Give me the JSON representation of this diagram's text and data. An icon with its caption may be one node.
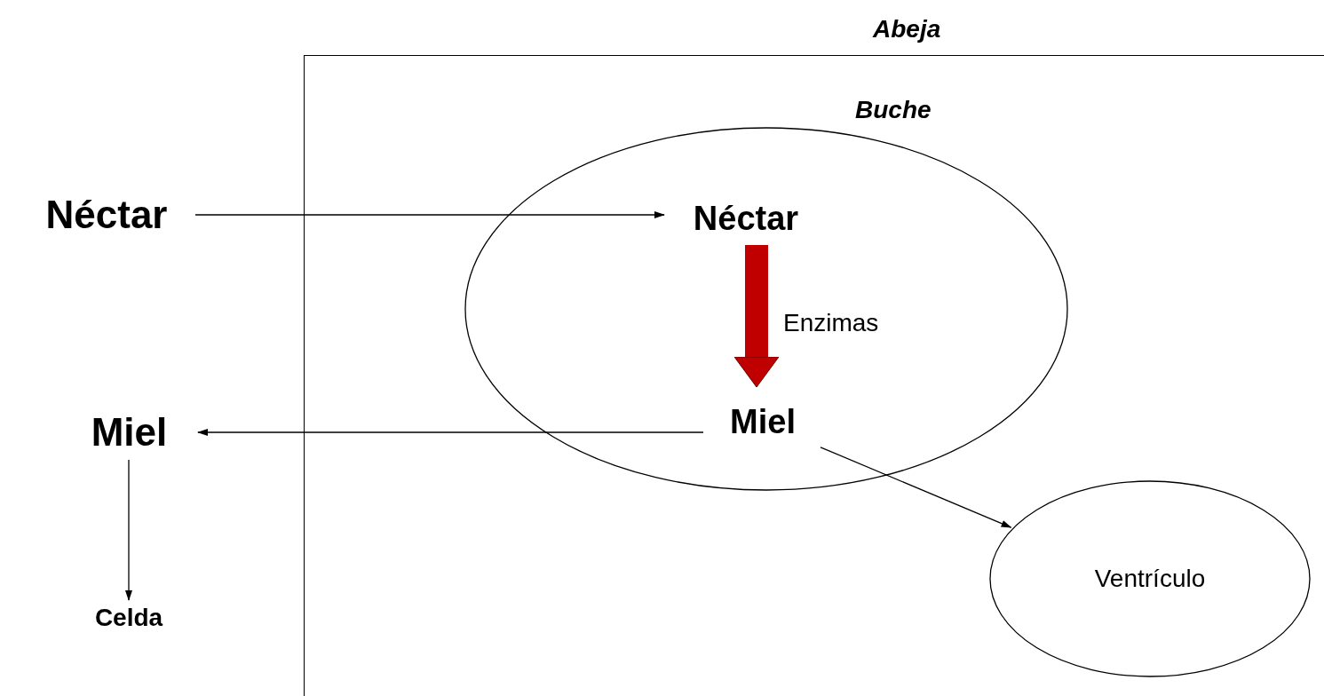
{
  "diagram": {
    "nodes": [
      {
        "text": [
          "Abeja"
        ]
      },
      {
        "text": [
          "Buche"
        ],
        "in": 0
      },
      {
        "text": [
          "Néctar"
        ]
      },
      {
        "text": [
          "Néctar"
        ],
        "in": 1
      },
      {
        "text": [
          "Miel"
        ],
        "in": 1
      },
      {
        "text": [
          "Miel"
        ]
      },
      {
        "text": [
          "Celda"
        ]
      },
      {
        "text": [
          "Ventrículo"
        ],
        "in": 0
      }
    ],
    "edges": [
      {
        "from": 2,
        "to": 3,
        "arrow": "to"
      },
      {
        "from": 3,
        "to": 4,
        "arrow": "to",
        "label": "Enzimas",
        "style": "thick",
        "color": "#c00000"
      },
      {
        "from": 4,
        "to": 5,
        "arrow": "to"
      },
      {
        "from": 5,
        "to": 6,
        "arrow": "to"
      },
      {
        "from": 4,
        "to": 7,
        "arrow": "to"
      }
    ]
  }
}
